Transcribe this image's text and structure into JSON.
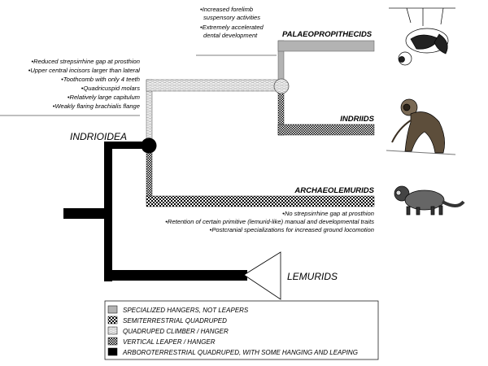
{
  "clades": {
    "superfamily": "INDRIOIDEA",
    "palaeo": "PALAEOPROPITHECIDS",
    "indriids": "INDRIIDS",
    "archaeo": "ARCHAEOLEMURIDS",
    "lemurids": "LEMURIDS"
  },
  "notes": {
    "indrioidea": [
      "•Reduced strepsirrhine gap at prosthion",
      "•Upper central incisors larger than lateral",
      "•Toothcomb with only 4 teeth",
      "•Quadricuspid molars",
      "•Relatively large capitulum",
      "•Weakly flaring brachialis flange"
    ],
    "palaeo": [
      "•Increased forelimb",
      "suspensory activities",
      "•Extremely accelerated",
      "dental development"
    ],
    "archaeo": [
      "•No strepsirrhine gap at prosthion",
      "•Retention of certain primitive (lemurid-like) manual and developmental traits",
      "•Postcranial specializations for increased ground locomotion"
    ]
  },
  "legend": [
    {
      "pattern": "gray",
      "label": "SPECIALIZED HANGERS, NOT LEAPERS"
    },
    {
      "pattern": "semi",
      "label": "SEMITERRESTRIAL QUADRUPED"
    },
    {
      "pattern": "quad",
      "label": "QUADRUPED CLIMBER / HANGER"
    },
    {
      "pattern": "vert",
      "label": "VERTICAL LEAPER / HANGER"
    },
    {
      "pattern": "black",
      "label": "ARBOROTERRESTRIAL QUADRUPED, WITH SOME HANGING AND LEAPING"
    }
  ],
  "colors": {
    "gray": "#b3b3b3",
    "black": "#000000",
    "white": "#ffffff"
  }
}
